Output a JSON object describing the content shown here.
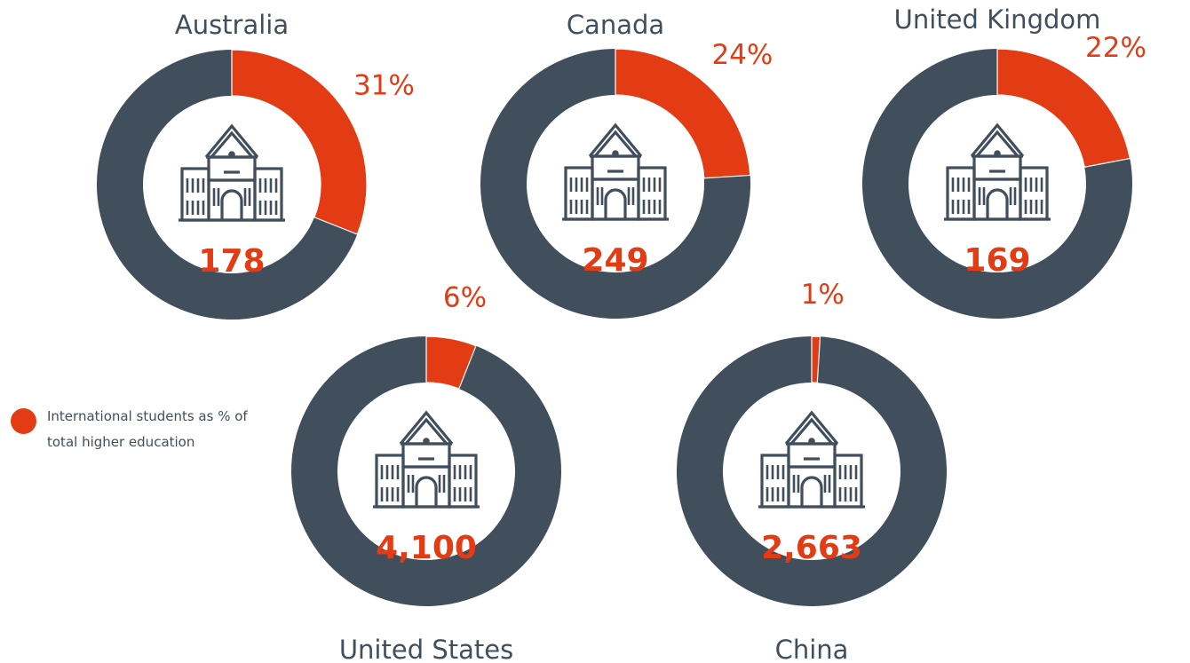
{
  "chart_data": {
    "type": "pie",
    "variant": "donut",
    "measure": "International students as % of total higher education",
    "categories": [
      "Australia",
      "Canada",
      "United Kingdom",
      "United States",
      "China"
    ],
    "values": [
      31,
      24,
      22,
      6,
      1
    ],
    "value_labels": [
      "31%",
      "24%",
      "22%",
      "6%",
      "1%"
    ],
    "counts": [
      "178",
      "249",
      "169",
      "4,100",
      "2,663"
    ],
    "legend": {
      "label": "International students as % of total higher education",
      "placement": "left"
    }
  },
  "colors": {
    "highlight": "#e33c14",
    "remainder": "#414e5c",
    "text": "#414e5c"
  },
  "icons": {
    "center": "university-building-icon"
  }
}
